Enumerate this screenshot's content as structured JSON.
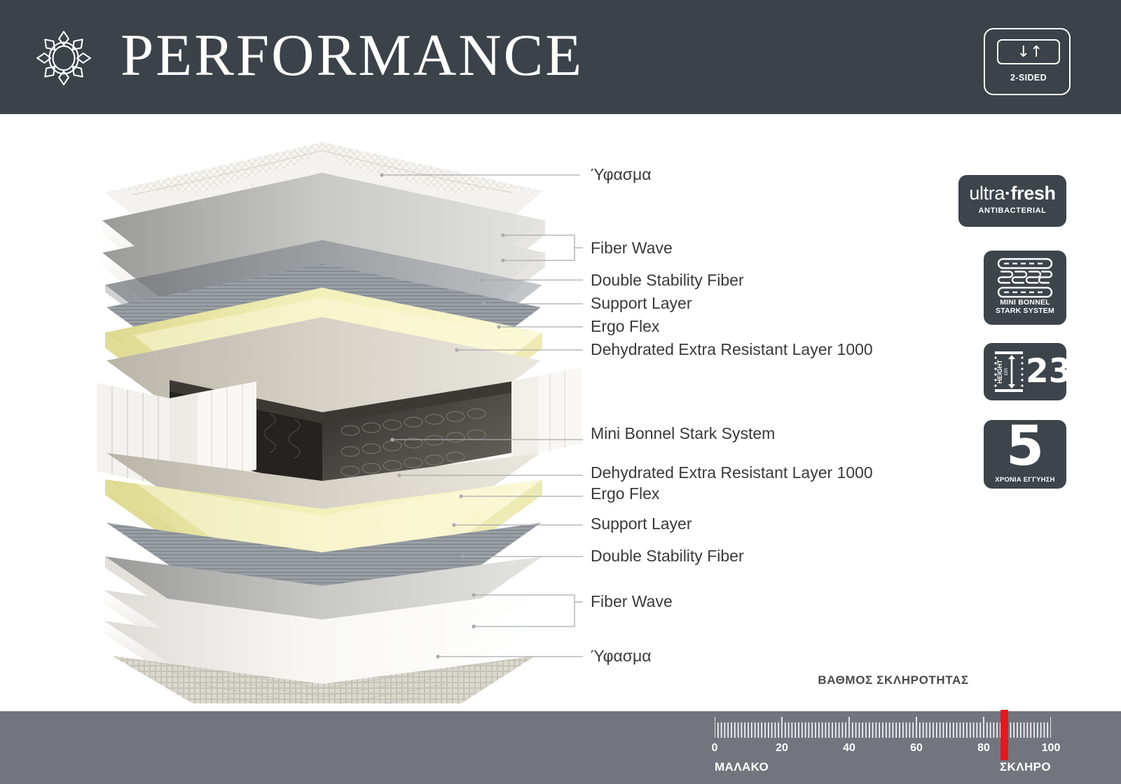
{
  "header": {
    "title": "PERFORMANCE",
    "logo_icon": "floral-rosette-logo",
    "sided_badge": {
      "icon": "down-up-arrows-icon",
      "arrows": "↓↑",
      "caption": "2-SIDED"
    }
  },
  "badges": [
    {
      "name": "ultra-fresh",
      "word_a": "ultra",
      "dot": "·",
      "word_b": "fresh",
      "subtitle": "ANTIBACTERIAL",
      "icon": "ultrafresh-antibacterial-icon"
    },
    {
      "name": "mini-bonnel-stark-system",
      "caption_line1": "MINI BONNEL",
      "caption_line2": "STARK SYSTEM",
      "icon": "mini-bonnel-spring-icon"
    },
    {
      "name": "height",
      "label_vertical": "HEIGHT",
      "unit": "cm",
      "value": "23",
      "icon": "height-ruler-icon"
    },
    {
      "name": "warranty",
      "value": "5",
      "caption": "ΧΡΟΝΙΑ ΕΓΓΥΗΣΗ",
      "icon": "warranty-years-icon"
    }
  ],
  "layers": [
    {
      "id": "top-fabric",
      "label": "Ύφασμα"
    },
    {
      "id": "fiber-wave-top",
      "label": "Fiber Wave"
    },
    {
      "id": "dsf-top",
      "label": "Double Stability Fiber"
    },
    {
      "id": "support-top",
      "label": "Support Layer"
    },
    {
      "id": "ergoflex-top",
      "label": "Ergo Flex"
    },
    {
      "id": "derl-top",
      "label": "Dehydrated Extra Resistant Layer 1000"
    },
    {
      "id": "spring-core",
      "label": "Mini Bonnel Stark System"
    },
    {
      "id": "derl-bottom",
      "label": "Dehydrated Extra Resistant Layer 1000"
    },
    {
      "id": "ergoflex-bottom",
      "label": "Ergo Flex"
    },
    {
      "id": "support-bottom",
      "label": "Support Layer"
    },
    {
      "id": "dsf-bottom",
      "label": "Double Stability Fiber"
    },
    {
      "id": "fiber-wave-bottom",
      "label": "Fiber Wave"
    },
    {
      "id": "bottom-fabric",
      "label": "Ύφασμα"
    }
  ],
  "firmness": {
    "title": "ΒΑΘΜΟΣ ΣΚΛΗΡΟΤΗΤΑΣ",
    "soft_label": "ΜΑΛΑΚΟ",
    "hard_label": "ΣΚΛΗΡΟ",
    "ticks": [
      "0",
      "20",
      "40",
      "60",
      "80",
      "100"
    ],
    "min": 0,
    "max": 100,
    "value": 86,
    "marker_color": "#e8161f"
  },
  "colors": {
    "header_bg": "#3b4249",
    "footer_bg": "#72757e",
    "badge_bg": "#3d444b",
    "text": "#3a3a3a",
    "accent_red": "#e8161f",
    "ergo_flex": "#eeeab4",
    "leader_line": "#a9aaac"
  }
}
